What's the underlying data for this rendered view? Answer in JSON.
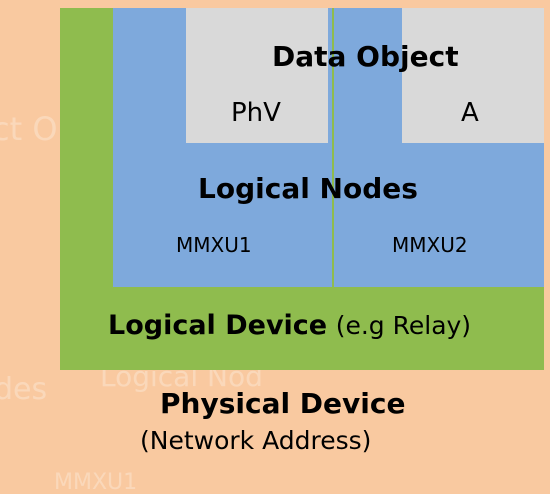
{
  "colors": {
    "physical_device": "#f9c9a0",
    "logical_device": "#8fbc4e",
    "logical_node": "#7ea9dc",
    "data_object": "#d9d9d9"
  },
  "diagram": {
    "data_object_title": "Data Object",
    "data_object_1": "PhV",
    "data_object_2": "A",
    "logical_nodes_title": "Logical Nodes",
    "logical_node_1": "MMXU1",
    "logical_node_2": "MMXU2",
    "logical_device_title": "Logical Device",
    "logical_device_example": "(e.g Relay)",
    "physical_device_title": "Physical Device",
    "physical_device_subtitle": "(Network Address)"
  }
}
